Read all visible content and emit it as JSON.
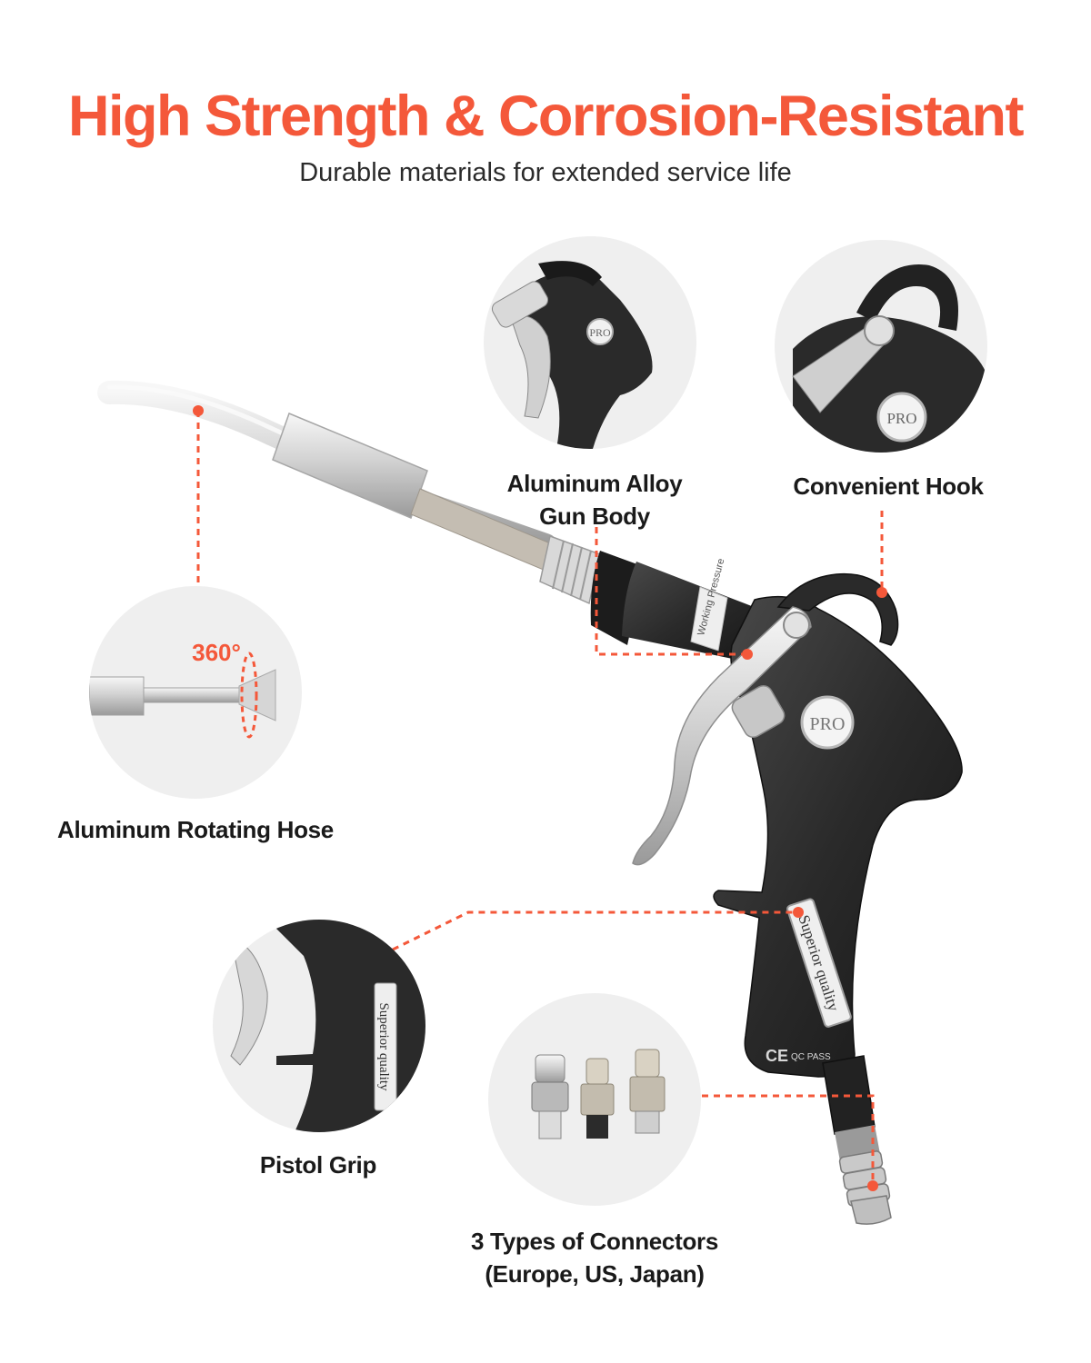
{
  "header": {
    "title": "High Strength & Corrosion-Resistant",
    "subtitle": "Durable materials for extended service life"
  },
  "features": {
    "gun_body": {
      "line1": "Aluminum Alloy",
      "line2": "Gun Body"
    },
    "hook": "Convenient Hook",
    "hose": "Aluminum Rotating Hose",
    "hose_rotation": "360°",
    "grip": "Pistol Grip",
    "connectors": {
      "line1": "3 Types of Connectors",
      "line2": "(Europe, US, Japan)"
    }
  },
  "product_markings": {
    "badge": "PRO",
    "grip_label": "Superior quality",
    "ring_label": "Working Pressure",
    "ce_mark": "CE",
    "qc_mark": "QC PASS"
  },
  "colors": {
    "accent": "#f4583a",
    "text": "#1a1a1a",
    "circle_bg": "#efefef",
    "gun_body": "#2a2a2a",
    "chrome": "#c9c9c9"
  }
}
